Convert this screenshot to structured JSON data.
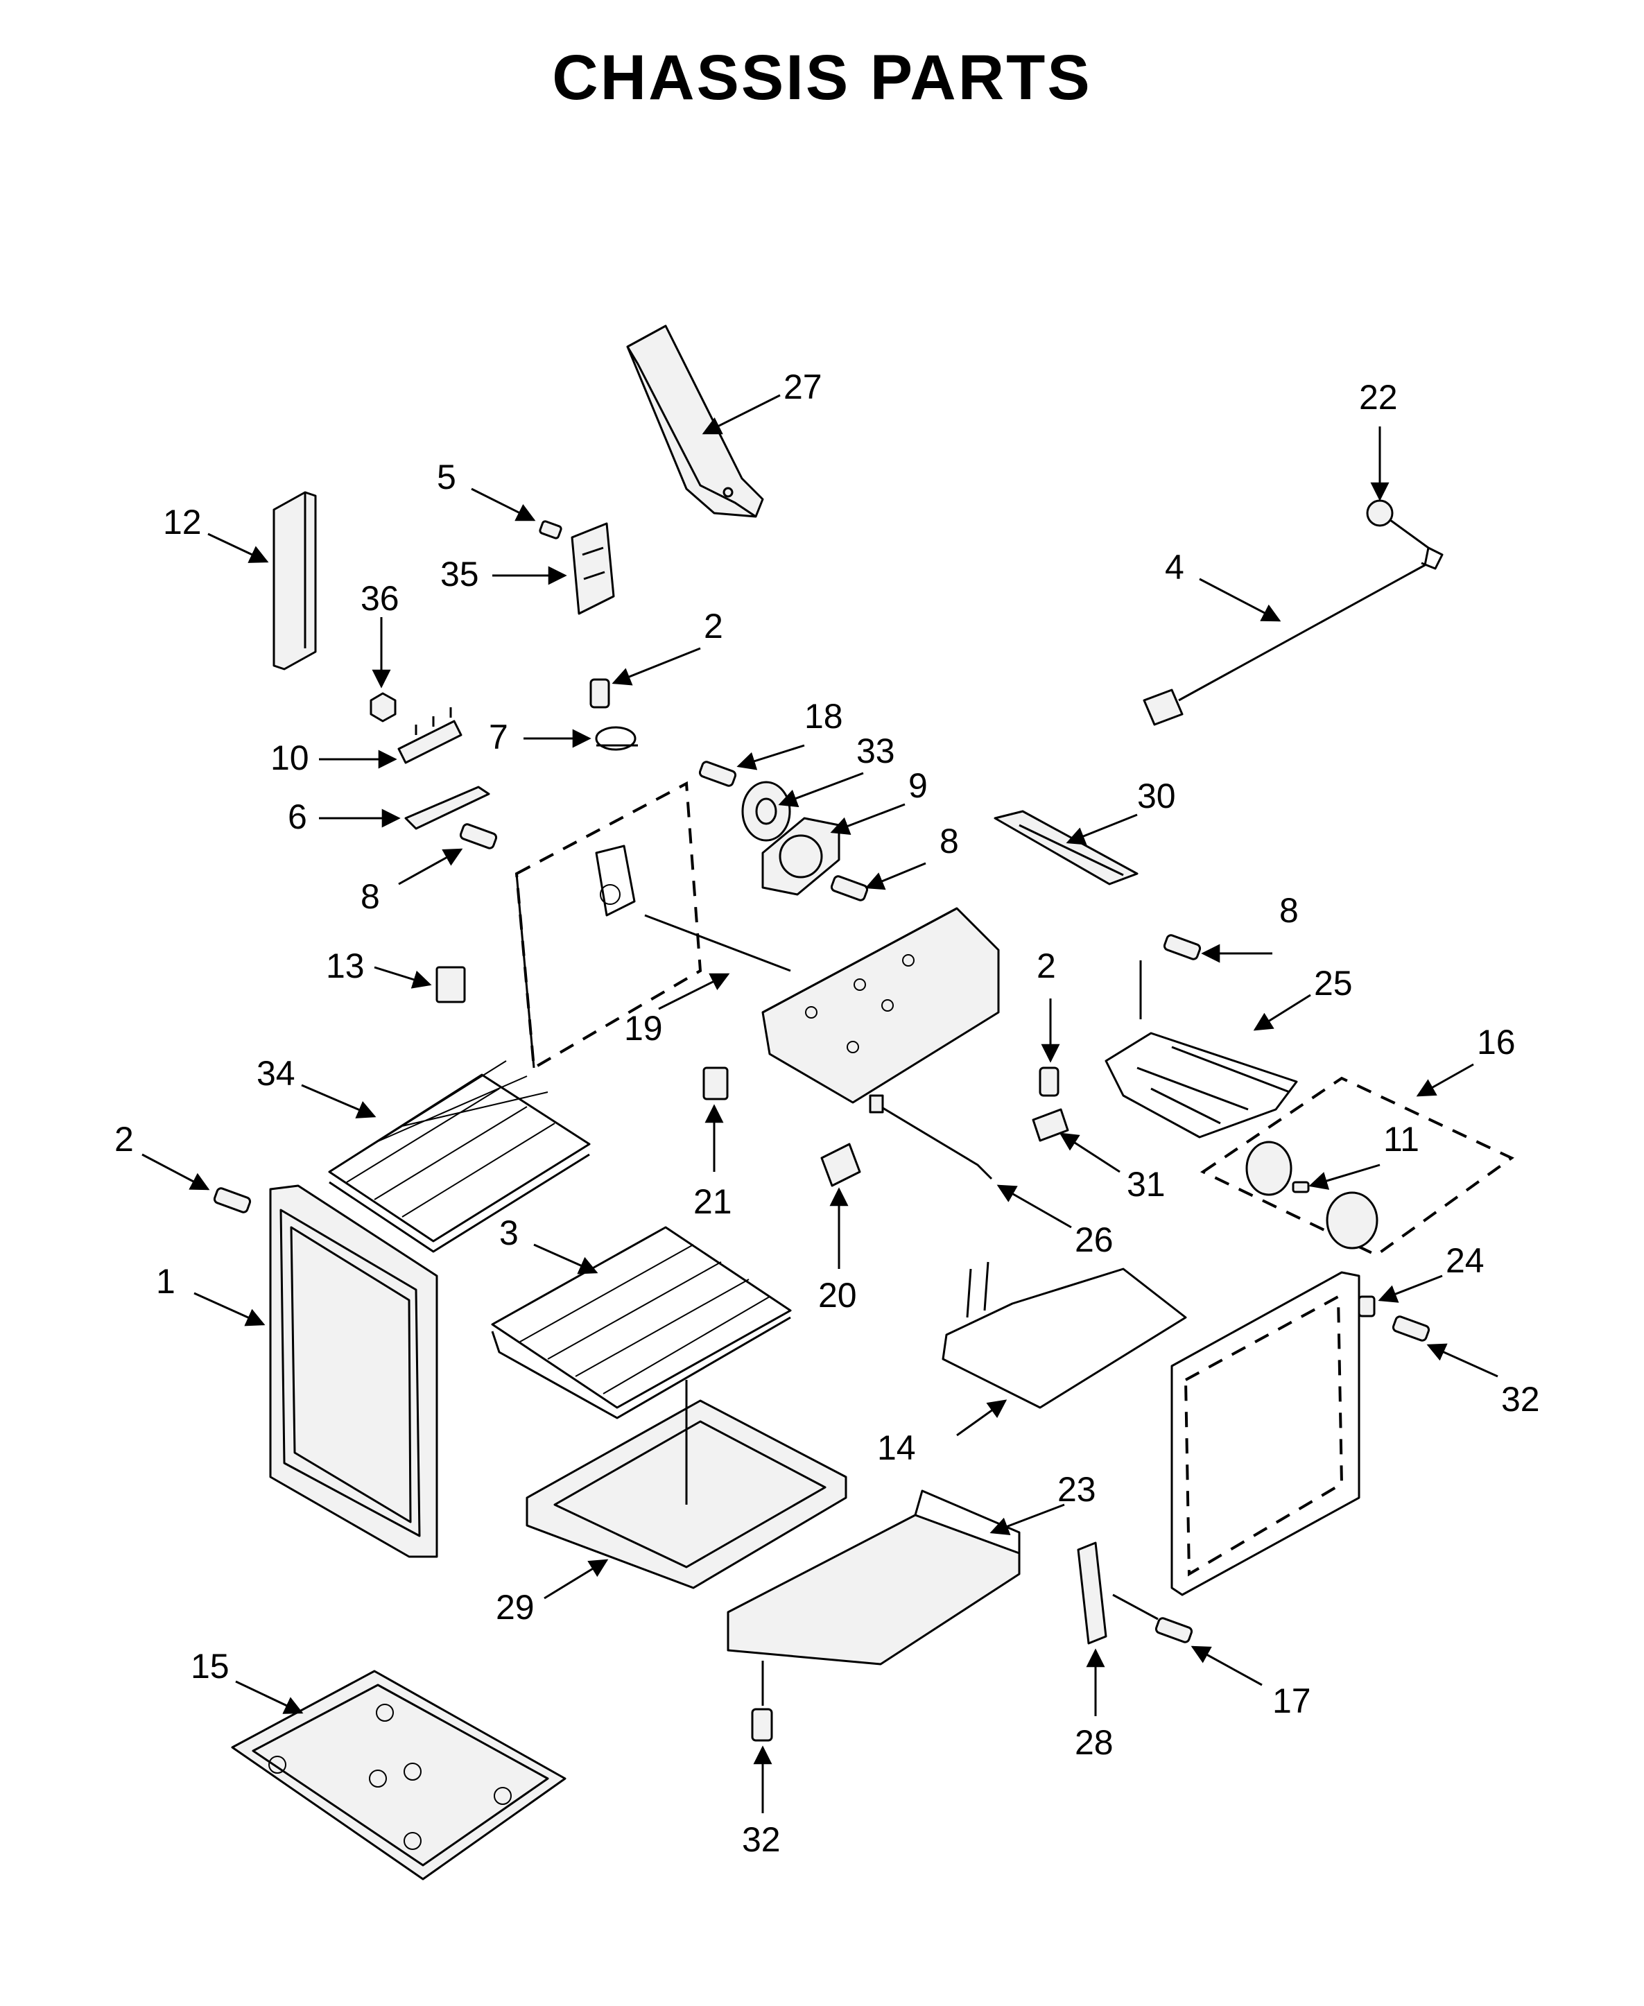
{
  "title": "CHASSIS PARTS",
  "callouts": [
    {
      "id": "c27a",
      "label": "27"
    },
    {
      "id": "c22",
      "label": "22"
    },
    {
      "id": "c5",
      "label": "5"
    },
    {
      "id": "c12",
      "label": "12"
    },
    {
      "id": "c35",
      "label": "35"
    },
    {
      "id": "c36",
      "label": "36"
    },
    {
      "id": "c4",
      "label": "4"
    },
    {
      "id": "c2a",
      "label": "2"
    },
    {
      "id": "c18",
      "label": "18"
    },
    {
      "id": "c7",
      "label": "7"
    },
    {
      "id": "c33",
      "label": "33"
    },
    {
      "id": "c10",
      "label": "10"
    },
    {
      "id": "c9",
      "label": "9"
    },
    {
      "id": "c30",
      "label": "30"
    },
    {
      "id": "c6",
      "label": "6"
    },
    {
      "id": "c8a",
      "label": "8"
    },
    {
      "id": "c8b",
      "label": "8"
    },
    {
      "id": "c8c",
      "label": "8"
    },
    {
      "id": "c13",
      "label": "13"
    },
    {
      "id": "c2b",
      "label": "2"
    },
    {
      "id": "c25",
      "label": "25"
    },
    {
      "id": "c19",
      "label": "19"
    },
    {
      "id": "c34",
      "label": "34"
    },
    {
      "id": "c16",
      "label": "16"
    },
    {
      "id": "c2c",
      "label": "2"
    },
    {
      "id": "c11",
      "label": "11"
    },
    {
      "id": "c21",
      "label": "21"
    },
    {
      "id": "c31",
      "label": "31"
    },
    {
      "id": "c3",
      "label": "3"
    },
    {
      "id": "c26",
      "label": "26"
    },
    {
      "id": "c24",
      "label": "24"
    },
    {
      "id": "c1",
      "label": "1"
    },
    {
      "id": "c20",
      "label": "20"
    },
    {
      "id": "c32a",
      "label": "32"
    },
    {
      "id": "c14",
      "label": "14"
    },
    {
      "id": "c23",
      "label": "23"
    },
    {
      "id": "c29",
      "label": "29"
    },
    {
      "id": "c15",
      "label": "15"
    },
    {
      "id": "c17",
      "label": "17"
    },
    {
      "id": "c28",
      "label": "28"
    },
    {
      "id": "c32b",
      "label": "32"
    }
  ]
}
